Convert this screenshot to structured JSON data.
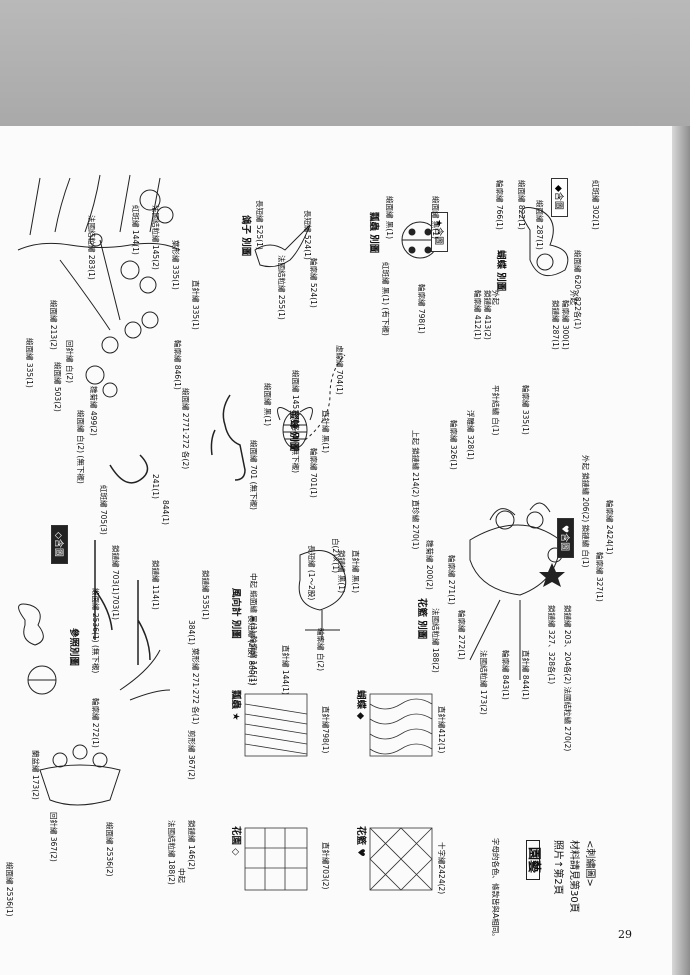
{
  "page_number": "29",
  "sections": {
    "garden": "參照別圖",
    "windvane": "風向計 別圖",
    "basket": "花籃 別圖",
    "bee": "蜜蜂 別圖",
    "birds": "鴿子 別圖",
    "ladybug": "瓢蟲 別圖",
    "butterfly": "蝴蝶 別圖"
  },
  "tags": {
    "include_1": "◇含圖",
    "include_2": "♥含圖",
    "include_3": "★含圖",
    "include_4": "◆含圖"
  },
  "pattern_boxes": {
    "hua_yuan": "花園 ◇",
    "piao_chong": "瓢蟲 ★",
    "hua_lan": "花籃 ♥",
    "hu_die": "蝴蝶 ◆",
    "hua_yuan_stitch": "直針繡703(2)",
    "piao_chong_stitch": "直針繡798(1)",
    "hua_lan_stitch": "十字繡2424(2)",
    "hu_die_stitch": "直針繡412(1)"
  },
  "info": {
    "note": "字母的各色、條款皆與A相同。",
    "title": "園藝",
    "photo": "照片↑第2頁",
    "material": "材料請見第30頁",
    "stitch_ref": "<刺繡圖>"
  },
  "labels": [
    "緞面繡 2536(1)",
    "回針繡 367(2)",
    "蘭盆繡 173(2)",
    "法國結粒繡 188(2)",
    "鎖鏈繡 146(2)",
    "中起",
    "緞面繡 2536(2)",
    "剪形繡 367(2)",
    "輪廓繡 272(1)",
    "葉形繡 271·272 各(1)",
    "緞面繡 2536(1) (無下襯)",
    "鎖鏈繡 535(1)",
    "384(1)",
    "鎖鏈繡 114(1)",
    "703(1)",
    "鎖鏈繡 703(1)",
    "844(1)",
    "241(1)",
    "虹斑繡 705(3)",
    "緞面繡 白(2) (無下襯)",
    "雛菊繡 499(2)",
    "緞面繡 2771·272 各(2)",
    "輪廓繡 846(1)",
    "回針繡 白(2)",
    "緞面繡 503(2)",
    "緞面繡 335(1)",
    "緞面繡 213(2)",
    "直針繡 335(1)",
    "法國結粒繡 283(1)",
    "虹斑繡 144(1)",
    "法國結粒繡 145(2)",
    "葉形繡 335(1)",
    "長短繡 525(1)",
    "長短繡 524(1)",
    "法國結粒繡 255(1)",
    "輪廓繡 524(1)",
    "緞面繡 黑(1)",
    "緞面繡 黑(1)",
    "虹斑繡 黑(1) (有下襯)",
    "輪廓繡 798(1)",
    "輪廓繡 766(1)",
    "緞面繡 822(1)",
    "緞面繡 287(1)",
    "虹斑繡 302(1)",
    "緞面繡 620～822各(1)",
    "外起",
    "鎖鏈繡 413(2)",
    "輪廓繡 412(1)",
    "外起",
    "輪廓繡 300(1)",
    "鎖鏈繡 287(1)",
    "緞面繡 701 (無下襯)",
    "緞面繡 黑(1)",
    "緞面繡 145、黑各(1) (無下襯)",
    "虛線繡 704(1)",
    "直針繡 黑(1)",
    "輪廓繡 701(1)",
    "長短繡 (2股) 800(1)",
    "中起 緞面繡 黑(1) 輪廓繡 145(1)",
    "直針繡 144(1)",
    "輪廓繡 白(2)",
    "長短繡 (1～2股)",
    "鎖鏈繡 黑(1)",
    "直針繡 黑(1)",
    "白(2)×(1)",
    "上起 鎖鏈繡 214(2) 直珍繡 270(1)",
    "輪廓繡 326(1)",
    "浮雕繡 328(1)",
    "平針結繡 白(1)",
    "輪廓繡 335(1)",
    "法國結粒繡 188(2)",
    "雛菊繡 200(2)",
    "輪廓繡 271(1)",
    "輪廓繡 272(1)",
    "法國結粒繡 173(2)",
    "輪廓繡 843(1)",
    "直針繡 844(1)",
    "鎖鏈繡 327、328各(1)",
    "鎖鏈繡 203、204各(2) 法國結粒繡 270(2)",
    "外起 鎖鏈繡 206(2) 鎖鏈繡 白(1)",
    "輪廓繡 2424(1)",
    "輪廓繡 327(1)"
  ]
}
